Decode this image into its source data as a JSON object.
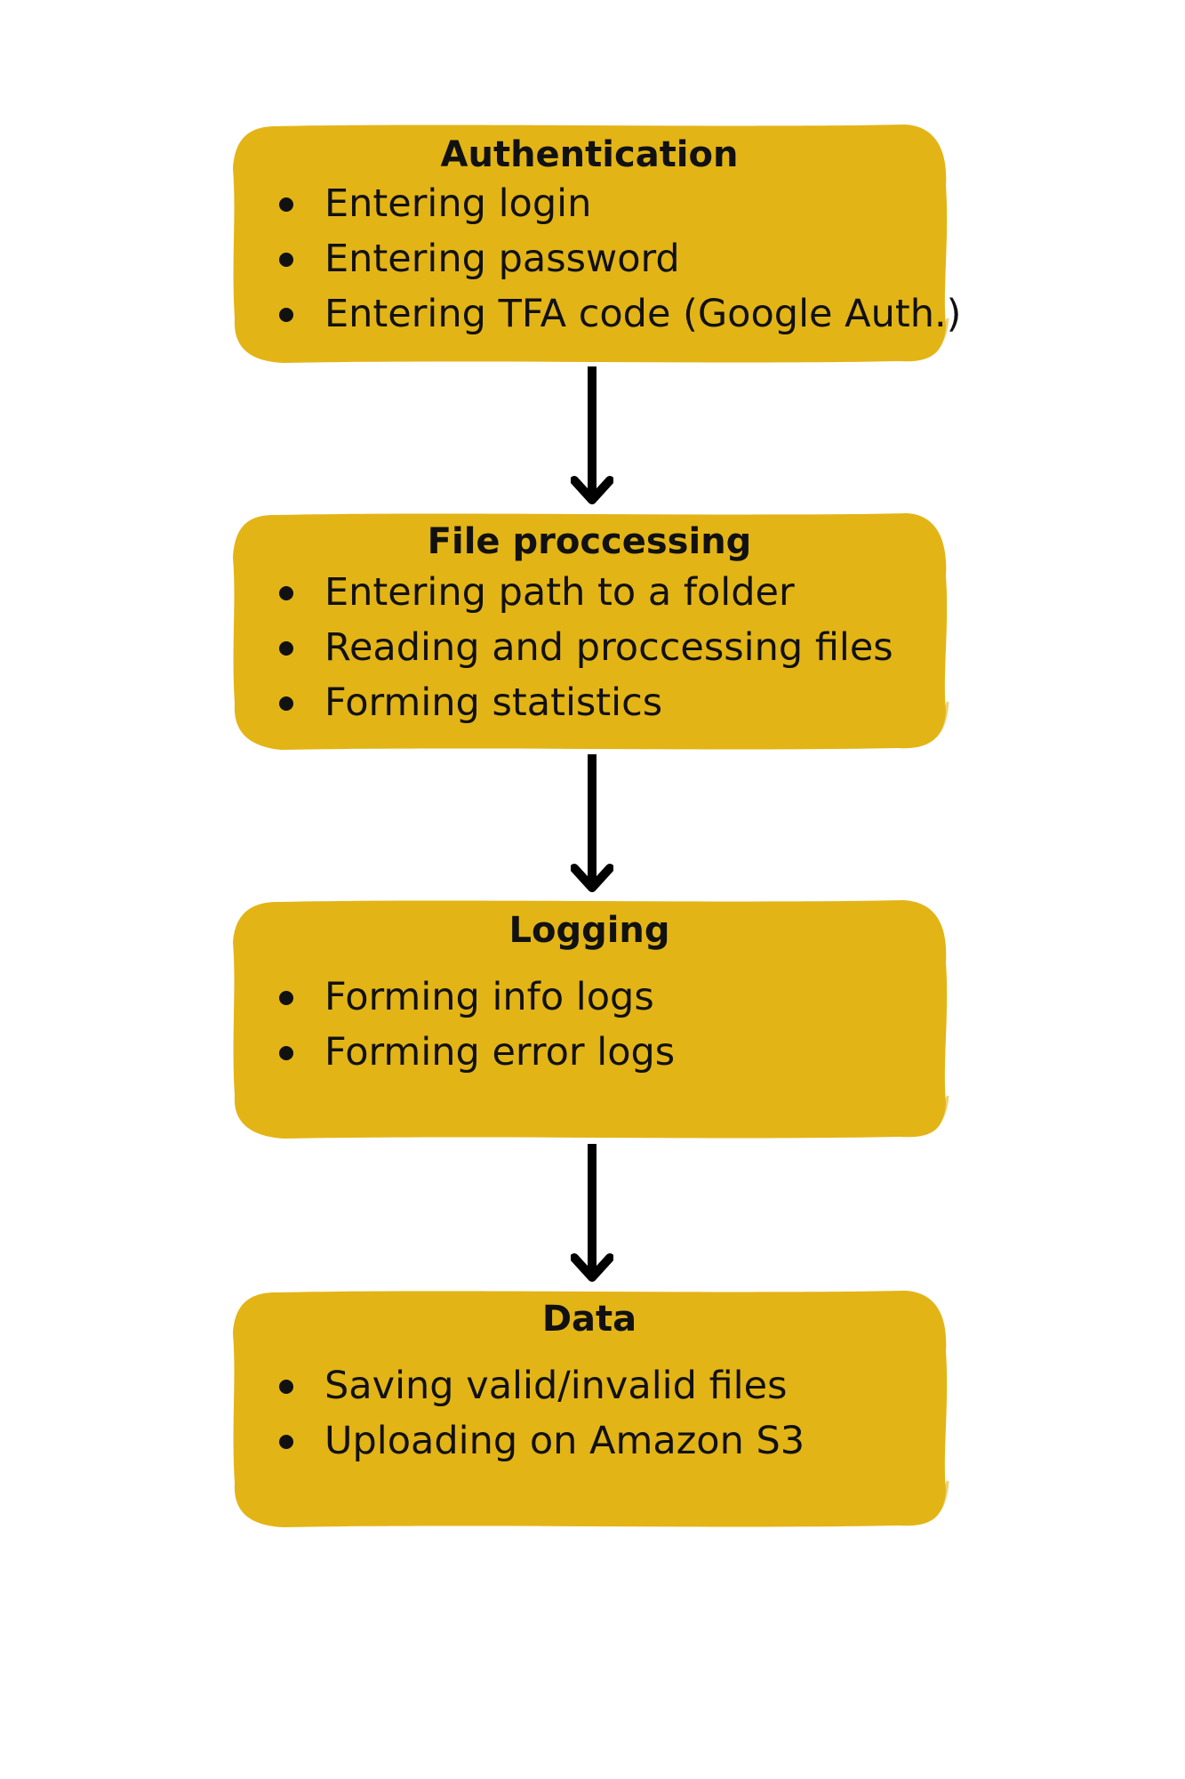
{
  "colors": {
    "box_fill": "#E3B416",
    "text": "#111111",
    "arrow": "#000000",
    "background": "#FFFFFF"
  },
  "stages": [
    {
      "title": "Authentication",
      "items": [
        "Entering login",
        "Entering password",
        "Entering TFA code (Google Auth.)"
      ]
    },
    {
      "title": "File proccessing",
      "items": [
        "Entering path to a folder",
        "Reading and proccessing files",
        "Forming statistics"
      ]
    },
    {
      "title": "Logging",
      "items": [
        "Forming info logs",
        "Forming error logs"
      ]
    },
    {
      "title": "Data",
      "items": [
        "Saving valid/invalid files",
        "Uploading on Amazon S3"
      ]
    }
  ]
}
